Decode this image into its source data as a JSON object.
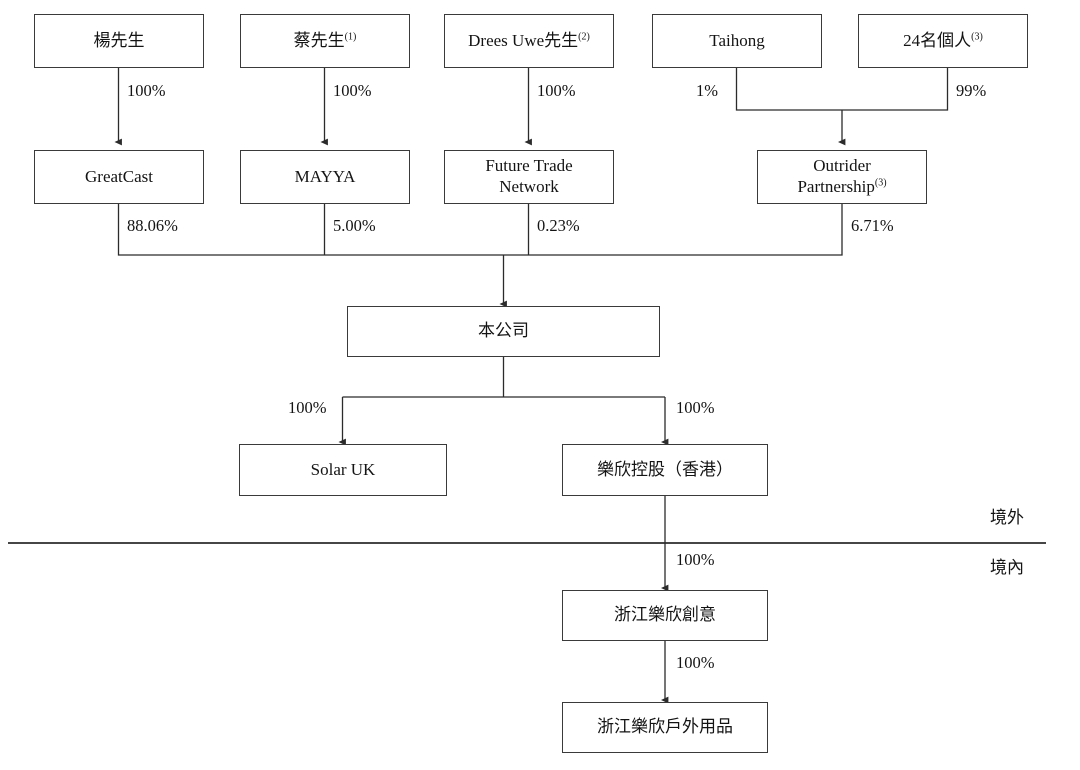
{
  "diagram": {
    "title": "Corporate shareholding structure chart",
    "zones": {
      "offshore": "境外",
      "onshore": "境內"
    },
    "nodes": {
      "yang": {
        "label": "楊先生",
        "note": ""
      },
      "cai": {
        "label": "蔡先生",
        "note": "(1)"
      },
      "drees": {
        "label": "Drees Uwe先生",
        "note": "(2)"
      },
      "taihong": {
        "label": "Taihong",
        "note": ""
      },
      "individuals": {
        "label": "24名個人",
        "note": "(3)"
      },
      "greatcast": {
        "label": "GreatCast",
        "note": ""
      },
      "mayya": {
        "label": "MAYYA",
        "note": ""
      },
      "future_trade": {
        "label": "Future Trade\nNetwork",
        "line1": "Future Trade",
        "line2": "Network",
        "note": ""
      },
      "outrider": {
        "label": "Outrider\nPartnership",
        "line1": "Outrider",
        "line2": "Partnership",
        "note": "(3)"
      },
      "company": {
        "label": "本公司",
        "note": ""
      },
      "solar_uk": {
        "label": "Solar UK",
        "note": ""
      },
      "lexin_hk": {
        "label": "樂欣控股（香港）",
        "note": ""
      },
      "zhejiang_lexin_chuangyi": {
        "label": "浙江樂欣創意",
        "note": ""
      },
      "zhejiang_lexin_outdoor": {
        "label": "浙江樂欣戶外用品",
        "note": ""
      }
    },
    "edges": [
      {
        "from": "yang",
        "to": "greatcast",
        "percent": "100%"
      },
      {
        "from": "cai",
        "to": "mayya",
        "percent": "100%"
      },
      {
        "from": "drees",
        "to": "future_trade",
        "percent": "100%"
      },
      {
        "from": "taihong",
        "to": "outrider",
        "percent": "1%"
      },
      {
        "from": "individuals",
        "to": "outrider",
        "percent": "99%"
      },
      {
        "from": "greatcast",
        "to": "company",
        "percent": "88.06%"
      },
      {
        "from": "mayya",
        "to": "company",
        "percent": "5.00%"
      },
      {
        "from": "future_trade",
        "to": "company",
        "percent": "0.23%"
      },
      {
        "from": "outrider",
        "to": "company",
        "percent": "6.71%"
      },
      {
        "from": "company",
        "to": "solar_uk",
        "percent": "100%"
      },
      {
        "from": "company",
        "to": "lexin_hk",
        "percent": "100%"
      },
      {
        "from": "lexin_hk",
        "to": "zhejiang_lexin_chuangyi",
        "percent": "100%"
      },
      {
        "from": "zhejiang_lexin_chuangyi",
        "to": "zhejiang_lexin_outdoor",
        "percent": "100%"
      }
    ],
    "colors": {
      "box_border": "#3a3a3a",
      "line": "#2b2b2b",
      "text": "#141414",
      "background": "#ffffff"
    }
  }
}
